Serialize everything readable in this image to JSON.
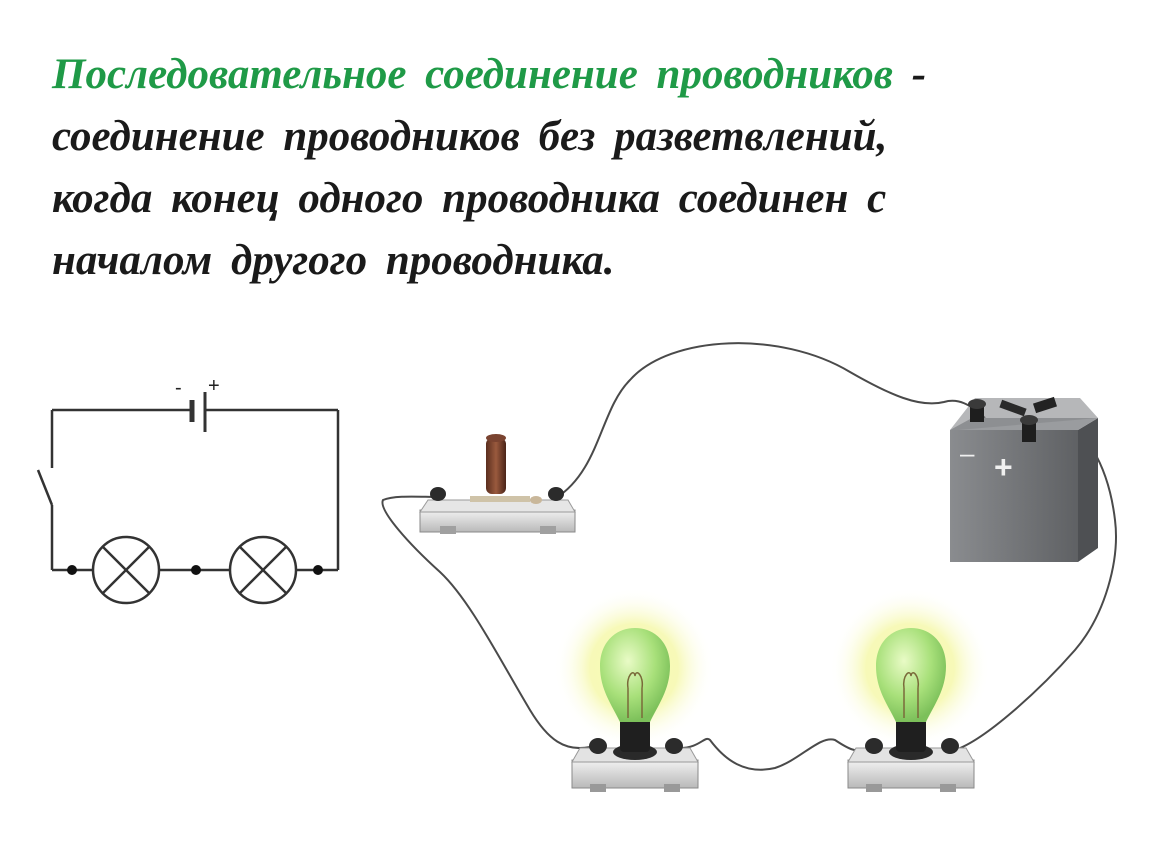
{
  "definition": {
    "term": "Последовательное соединение проводников",
    "dash": " -",
    "line2": "соединение проводников без разветвлений,",
    "line3": "когда конец одного проводника соединен с",
    "line4": "началом другого проводника."
  },
  "schematic": {
    "battery_minus": "-",
    "battery_plus": "+"
  },
  "battery_device": {
    "minus": "–",
    "plus": "+"
  },
  "colors": {
    "term_green": "#1f9a47",
    "bulb_glow": "#f4f7a0",
    "bulb_glass": "#a8e07a",
    "battery_body": "#6e7073",
    "wire": "#4a4a4a"
  }
}
